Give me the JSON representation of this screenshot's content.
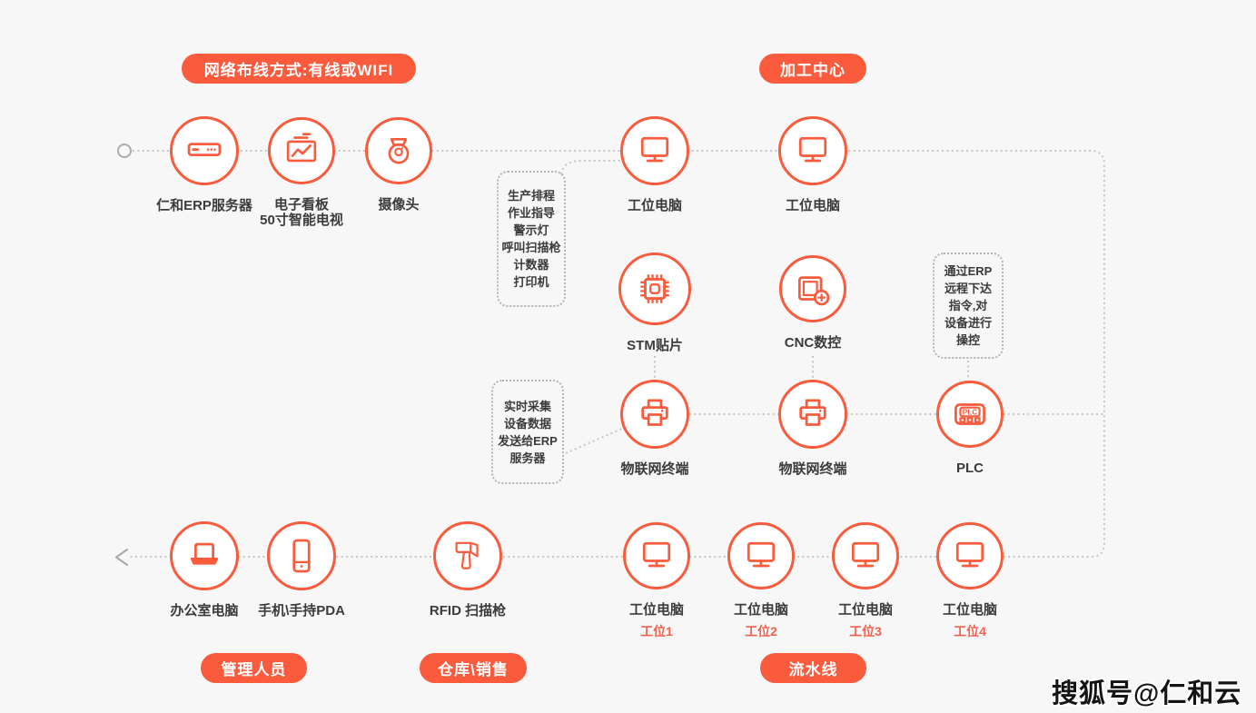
{
  "colors": {
    "accent": "#f95b3c",
    "background": "#f7f7f7",
    "wire": "#c6c6c6",
    "label": "#3b3b3b",
    "sub_label": "#ef624e"
  },
  "badges": {
    "network": "网络布线方式:有线或WIFI",
    "machining_center": "加工中心",
    "managers": "管理人员",
    "warehouse_sales": "仓库\\销售",
    "assembly_line": "流水线"
  },
  "nodes": {
    "erp_server": {
      "label": "仁和ERP服务器"
    },
    "kanban_tv": {
      "label_line1": "电子看板",
      "label_line2": "50寸智能电视"
    },
    "camera": {
      "label": "摄像头"
    },
    "station_pc_top1": {
      "label": "工位电脑"
    },
    "station_pc_top2": {
      "label": "工位电脑"
    },
    "stm": {
      "label": "STM贴片"
    },
    "cnc": {
      "label": "CNC数控"
    },
    "iot1": {
      "label": "物联网终端"
    },
    "iot2": {
      "label": "物联网终端"
    },
    "plc": {
      "label": "PLC",
      "icon_text": "PLC"
    },
    "office_pc": {
      "label": "办公室电脑"
    },
    "pda": {
      "label": "手机\\手持PDA"
    },
    "rfid": {
      "label": "RFID 扫描枪"
    },
    "ws1": {
      "label": "工位电脑",
      "sub": "工位1"
    },
    "ws2": {
      "label": "工位电脑",
      "sub": "工位2"
    },
    "ws3": {
      "label": "工位电脑",
      "sub": "工位3"
    },
    "ws4": {
      "label": "工位电脑",
      "sub": "工位4"
    }
  },
  "callouts": {
    "production": {
      "lines": [
        "生产排程",
        "作业指导",
        "警示灯",
        "呼叫扫描枪",
        "计数器",
        "打印机"
      ]
    },
    "realtime": {
      "lines": [
        "实时采集",
        "设备数据",
        "发送给ERP",
        "服务器"
      ]
    },
    "erp_remote": {
      "lines": [
        "通过ERP",
        "远程下达",
        "指令,对",
        "设备进行",
        "操控"
      ]
    }
  },
  "watermark": "搜狐号@仁和云"
}
